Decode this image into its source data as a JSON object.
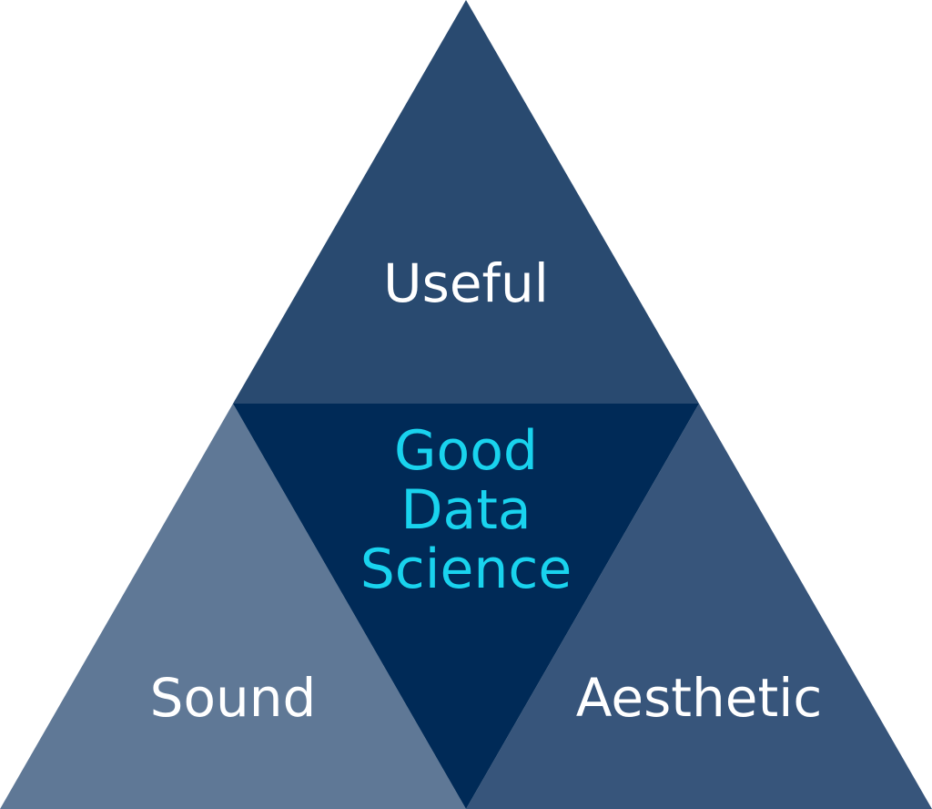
{
  "diagram": {
    "top_label": "Useful",
    "left_label": "Sound",
    "right_label": "Aesthetic",
    "center_label_lines": [
      "Good",
      "Data",
      "Science"
    ]
  },
  "colors": {
    "top_triangle": "#294a70",
    "left_triangle": "#5f7896",
    "right_triangle": "#37557b",
    "center_triangle": "#002a57",
    "outer_labels": "#ffffff",
    "center_label": "#19d3ee"
  }
}
